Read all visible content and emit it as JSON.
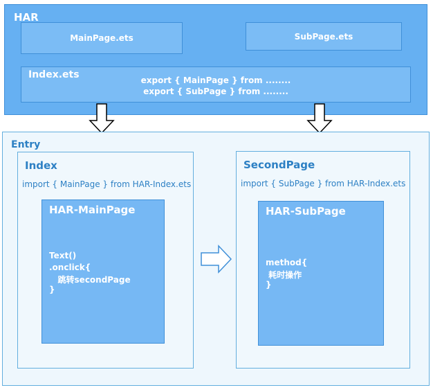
{
  "har": {
    "title": "HAR",
    "main_page_file": "MainPage.ets",
    "sub_page_file": "SubPage.ets",
    "index": {
      "title": "Index.ets",
      "export_lines": [
        "export { MainPage } from ........",
        "export { SubPage } from ........"
      ]
    }
  },
  "entry": {
    "title": "Entry",
    "index_panel": {
      "title": "Index",
      "import_line": "import { MainPage } from HAR-Index.ets",
      "component": {
        "title": "HAR-MainPage",
        "code": [
          "Text()",
          ".onclick{",
          "   跳转secondPage",
          "}"
        ]
      }
    },
    "second_panel": {
      "title": "SecondPage",
      "import_line": "import { SubPage } from HAR-Index.ets",
      "component": {
        "title": "HAR-SubPage",
        "code": [
          "method{",
          " 耗时操作",
          "}"
        ]
      }
    }
  },
  "colors": {
    "har_fill": "#66b0f2",
    "har_border": "#3f8fd8",
    "entry_fill": "#eef7fd",
    "entry_border": "#62aede",
    "text_blue": "#2d80c4"
  }
}
